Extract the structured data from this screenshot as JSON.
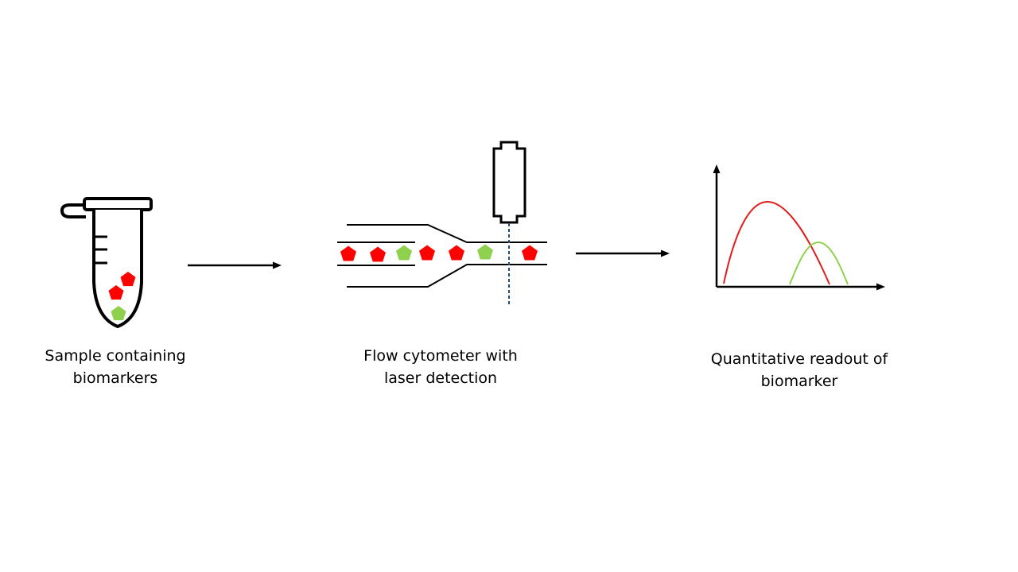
{
  "captions": {
    "sample": "Sample containing\nbiomarkers",
    "flow": "Flow cytometer with\nlaser detection",
    "readout": "Quantitative readout of\nbiomarker"
  },
  "colors": {
    "red_biomarker": "#ff0000",
    "green_biomarker": "#8fd14f",
    "red_curve": "#e02020",
    "green_curve": "#8fd14f",
    "laser_line": "#1f4e79",
    "ink": "#000000"
  },
  "tube_markers": [
    "red",
    "red",
    "green"
  ],
  "stream_markers": [
    "red",
    "red",
    "green",
    "red",
    "red",
    "green",
    "red"
  ],
  "icons": {
    "tube": "microcentrifuge-tube-icon",
    "detector": "laser-detector-icon",
    "marker": "pentagon-icon"
  }
}
